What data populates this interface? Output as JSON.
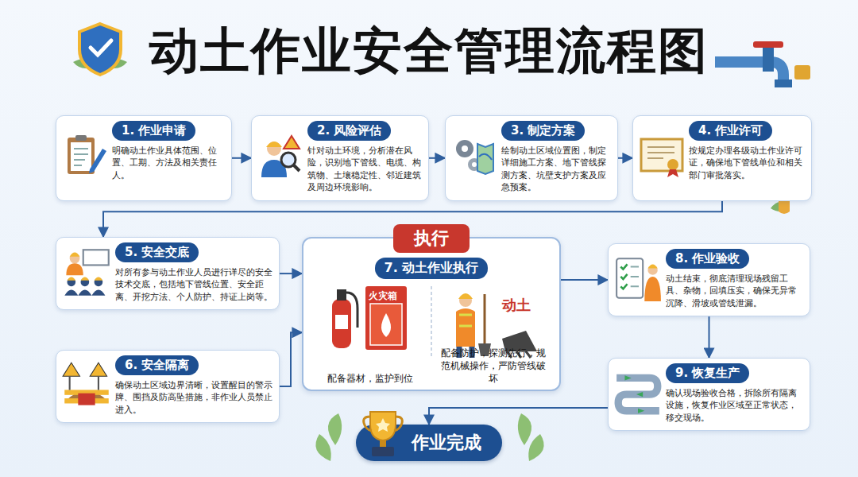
{
  "diagram": {
    "title": "动土作业安全管理流程图",
    "nodes": [
      {
        "text": [
          "1. 作业申请",
          "明确动土作业具体范围、位置、工期、方法及相关责任人。"
        ]
      },
      {
        "text": [
          "2. 风险评估",
          "针对动土环境，分析潜在风险，识别地下管线、电缆、构筑物、土壤稳定性、邻近建筑及周边环境影响。"
        ]
      },
      {
        "text": [
          "3. 制定方案",
          "绘制动土区域位置图，制定详细施工方案、地下管线探测方案、坑壁支护方案及应急预案。"
        ]
      },
      {
        "text": [
          "4. 作业许可",
          "按规定办理各级动土作业许可证，确保地下管线单位和相关部门审批落实。"
        ]
      },
      {
        "text": [
          "5. 安全交底",
          "对所有参与动土作业人员进行详尽的安全技术交底，包括地下管线位置、安全距离、开挖方法、个人防护、持证上岗等。"
        ]
      },
      {
        "text": [
          "6. 安全隔离",
          "确保动土区域边界清晰，设置醒目的警示牌、围挡及防高坠措施，非作业人员禁止进入。"
        ]
      },
      {
        "text": [
          "执行",
          "7. 动土作业执行",
          "配备器材，监护到位",
          "配备防护，探测先行，规范机械操作，严防管线破坏"
        ]
      },
      {
        "text": [
          "8. 作业验收",
          "动土结束，彻底清理现场残留工具、杂物，回填压实，确保无异常沉降、滑坡或管线泄漏。"
        ]
      },
      {
        "text": [
          "9. 恢复生产",
          "确认现场验收合格，拆除所有隔离设施，恢复作业区域至正常状态，移交现场。"
        ]
      },
      {
        "text": [
          "作业完成"
        ]
      }
    ],
    "edges": [
      {
        "from": 0,
        "to": 1,
        "arrow": "to"
      },
      {
        "from": 1,
        "to": 2,
        "arrow": "to"
      },
      {
        "from": 2,
        "to": 3,
        "arrow": "to"
      },
      {
        "from": 3,
        "to": 4,
        "arrow": "to"
      },
      {
        "from": 4,
        "to": 6,
        "arrow": "to"
      },
      {
        "from": 5,
        "to": 6,
        "arrow": "to"
      },
      {
        "from": 6,
        "to": 7,
        "arrow": "to"
      },
      {
        "from": 7,
        "to": 8,
        "arrow": "to"
      },
      {
        "from": 8,
        "to": 9,
        "arrow": "to"
      }
    ],
    "labels": [
      "火灾箱",
      "动土"
    ]
  }
}
